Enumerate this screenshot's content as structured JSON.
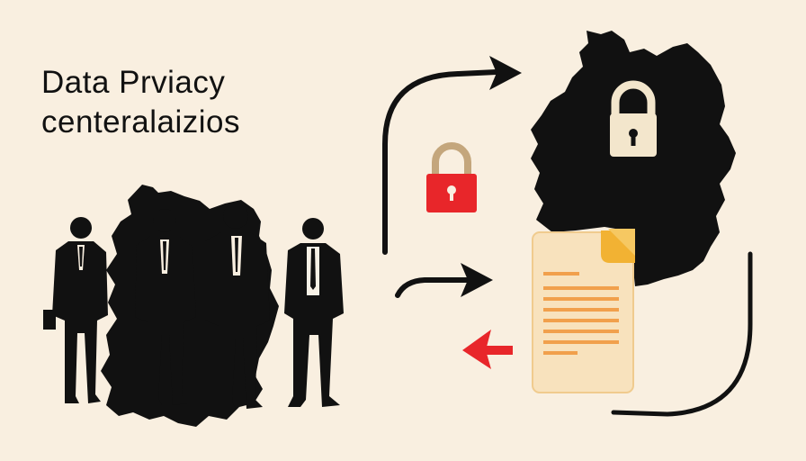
{
  "title": {
    "line1": "Data Prviacy",
    "line2": "centeralaizios"
  },
  "colors": {
    "background": "#f9efe0",
    "ink": "#111111",
    "lock_red": "#e8262a",
    "lock_shackle_tan": "#c4a67c",
    "lock_body_cream": "#f3e6cc",
    "document_paper": "#f8e2bd",
    "document_fold": "#f2b233",
    "document_lines": "#f1a04c",
    "arrow_red": "#e8262a"
  },
  "icons": [
    "businesspeople-silhouettes",
    "germany-map-silhouette-left",
    "germany-map-silhouette-right",
    "padlock-icon-red",
    "padlock-icon-cream",
    "document-icon",
    "curved-arrow-right-icon",
    "arrow-left-icon",
    "curved-connector"
  ]
}
